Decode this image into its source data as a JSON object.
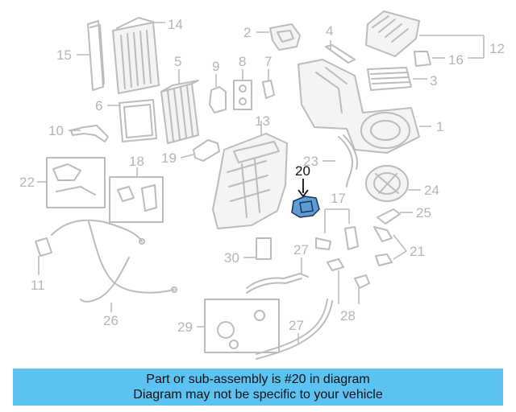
{
  "diagram": {
    "highlighted_part": "20",
    "highlight_color": "#5b9bd6",
    "part_color": "#bcbcbc",
    "callouts": {
      "c1": "1",
      "c2": "2",
      "c3": "3",
      "c4": "4",
      "c5": "5",
      "c6": "6",
      "c7": "7",
      "c8": "8",
      "c9": "9",
      "c10": "10",
      "c11": "11",
      "c12": "12",
      "c13": "13",
      "c14": "14",
      "c15": "15",
      "c16": "16",
      "c17": "17",
      "c18": "18",
      "c19": "19",
      "c20": "20",
      "c21": "21",
      "c22": "22",
      "c23": "23",
      "c24": "24",
      "c25": "25",
      "c26": "26",
      "c27a": "27",
      "c27b": "27",
      "c28": "28",
      "c29": "29",
      "c30": "30"
    }
  },
  "banner": {
    "line1": "Part or sub-assembly is #20 in diagram",
    "line2": "Diagram may not be specific to your vehicle",
    "background": "#5bc2f2"
  }
}
